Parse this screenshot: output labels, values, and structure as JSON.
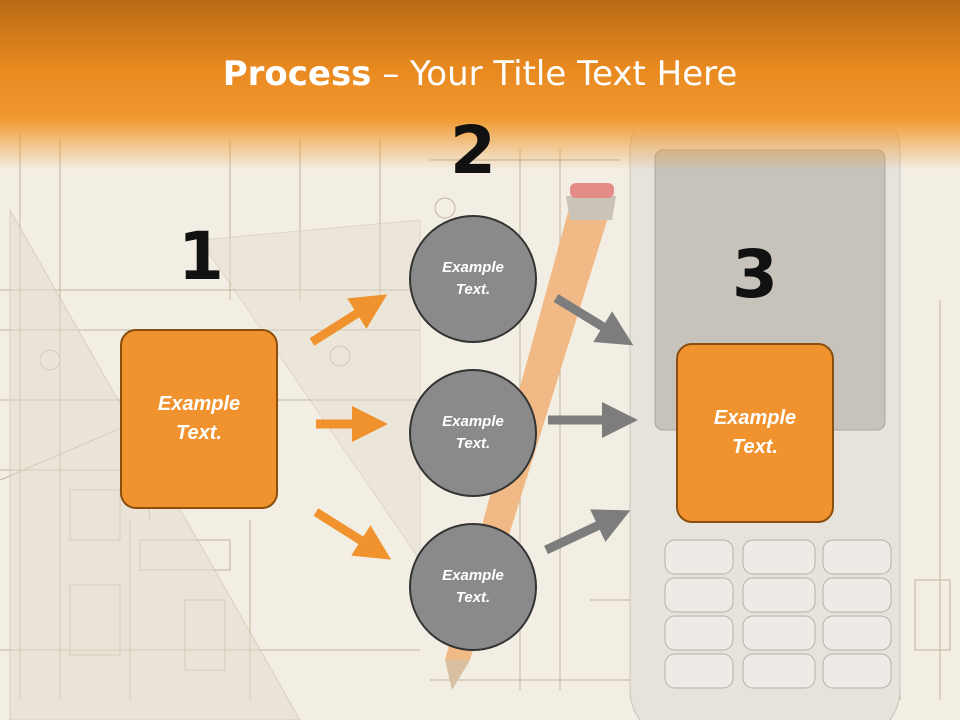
{
  "title": {
    "bold": "Process",
    "rest": " – Your Title Text Here"
  },
  "step_numbers": [
    "1",
    "2",
    "3"
  ],
  "left_box": {
    "label": "Example Text."
  },
  "circles": [
    {
      "label": "Example Text."
    },
    {
      "label": "Example Text."
    },
    {
      "label": "Example Text."
    }
  ],
  "right_box": {
    "label": "Example Text."
  },
  "colors": {
    "accent": "#f0932e",
    "circle": "#8a8a8a",
    "orange_arrow": "#f0932e",
    "gray_arrow": "#7d7d7d"
  }
}
